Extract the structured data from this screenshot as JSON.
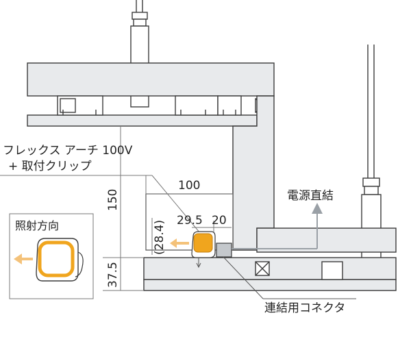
{
  "labels": {
    "product_line1": "フレックス アーチ 100V",
    "product_line2": "+ 取付クリップ",
    "direct_power": "電源直結",
    "connector": "連結用コネクタ",
    "light_direction": "照射方向"
  },
  "dimensions": {
    "width_100": "100",
    "width_29_5": "29.5",
    "width_20": "20",
    "height_28_4": "(28.4)",
    "height_150": "150",
    "height_37_5": "37.5"
  },
  "colors": {
    "board": "#e8eaec",
    "line": "#3a3a3a",
    "dim": "#777777",
    "lamp": "#f0a51e",
    "arrow_light": "#f4c27a",
    "arrow_grey": "#9aa0a6"
  }
}
